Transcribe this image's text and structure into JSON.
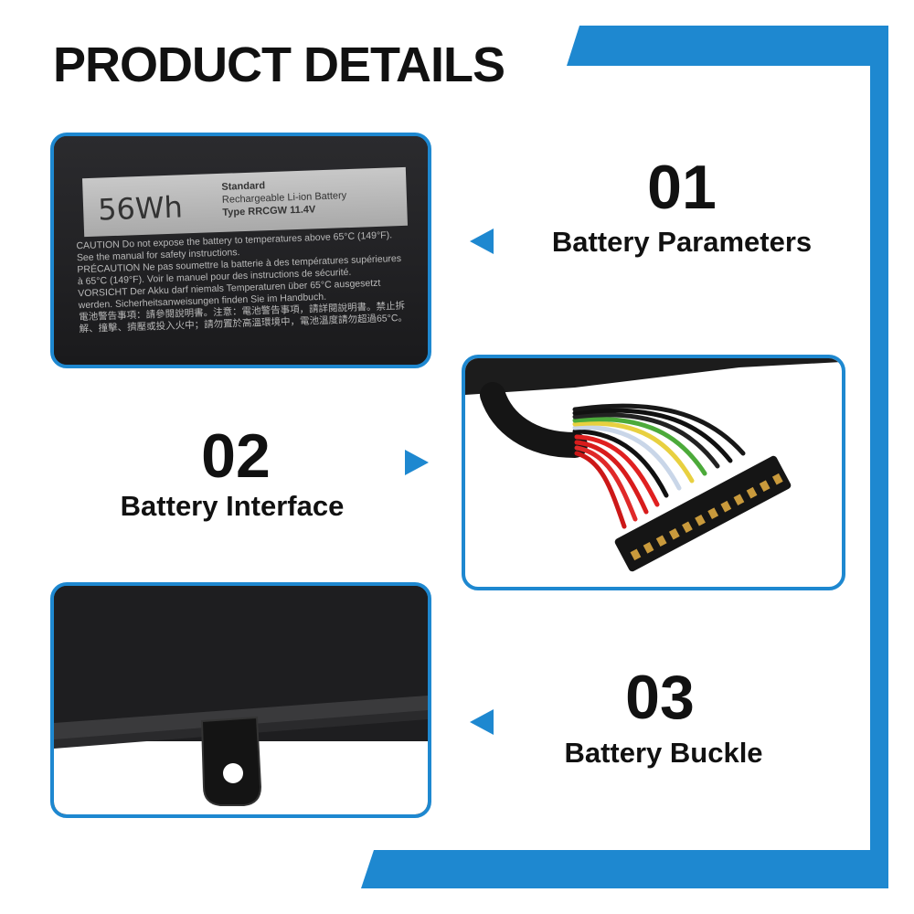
{
  "title": "PRODUCT DETAILS",
  "features": [
    {
      "number": "01",
      "caption": "Battery Parameters"
    },
    {
      "number": "02",
      "caption": "Battery Interface"
    },
    {
      "number": "03",
      "caption": "Battery Buckle"
    }
  ],
  "battery_label": {
    "capacity": "56Wh",
    "line1": "Standard",
    "line2": "Rechargeable Li-ion Battery",
    "line3": "Type RRCGW 11.4V",
    "caution": "CAUTION Do not expose the battery to temperatures above 65°C (149°F). See the manual for safety instructions.",
    "precaution": "PRÉCAUTION Ne pas soumettre la batterie à des températures supérieures à 65°C (149°F). Voir le manuel pour des instructions de sécurité.",
    "vorsicht": "VORSICHT Der Akku darf niemals Temperaturen über 65°C ausgesetzt werden. Sicherheitsanweisungen finden Sie im Handbuch.",
    "cjk": "電池警告事項：請參閱說明書。注意：電池警告事項，請詳閱說明書。禁止拆解、撞擊、擠壓或投入火中；請勿置於高溫環境中，電池溫度請勿超過65°C。"
  },
  "colors": {
    "accent": "#1e88d0",
    "text": "#111111"
  }
}
